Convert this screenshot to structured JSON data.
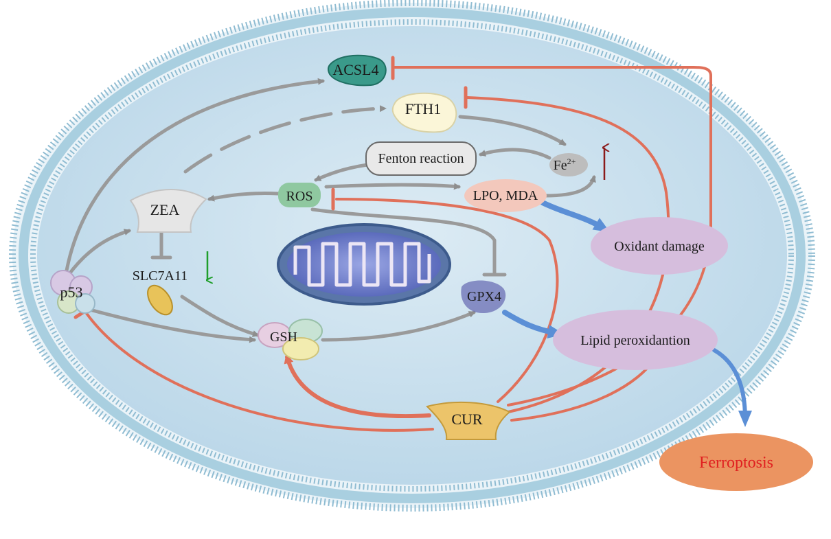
{
  "nodes": {
    "acsl4": "ACSL4",
    "fth1": "FTH1",
    "fenton": "Fenton reaction",
    "fe": "Fe",
    "fe_sup": "2+",
    "ros": "ROS",
    "lpo": "LPO, MDA",
    "zea": "ZEA",
    "slc7a11": "SLC7A11",
    "p53": "p53",
    "gsh": "GSH",
    "gpx4": "GPX4",
    "oxidant": "Oxidant damage",
    "lipid": "Lipid peroxidantion",
    "cur": "CUR",
    "ferroptosis": "Ferroptosis"
  },
  "colors": {
    "cell_fill": "#c9e0ee",
    "membrane": "#8fbcd2",
    "gray_arrow": "#9a9a9a",
    "red_inhibit": "#e0705a",
    "blue_arrow": "#5b8fd6",
    "purple_ellipse": "#d6bedd",
    "ferroptosis_fill": "#eb9461",
    "ferroptosis_text": "#e02020",
    "up_arrow": "#8b1a1a",
    "down_arrow": "#1f9e2a"
  }
}
